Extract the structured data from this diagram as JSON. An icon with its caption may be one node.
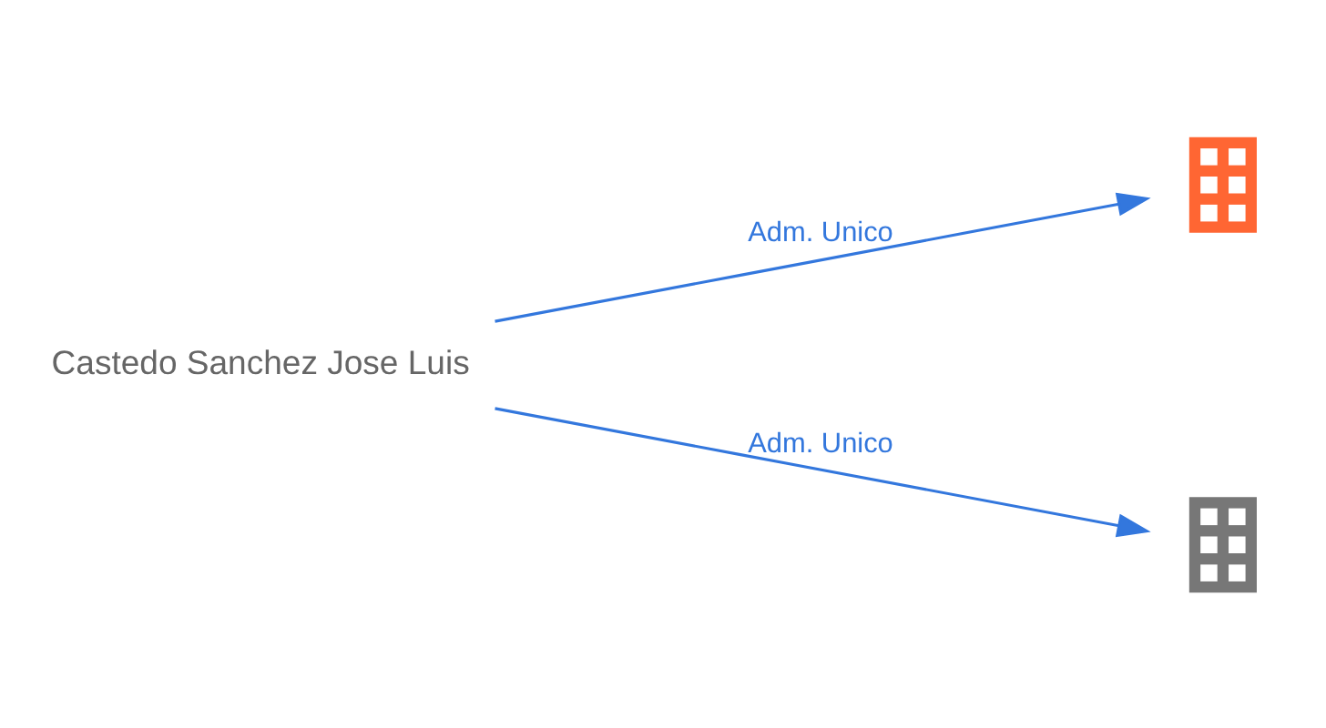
{
  "diagram": {
    "nodes": [
      {
        "text": [
          "Castedo Sanchez Jose Luis"
        ]
      },
      {
        "text": [],
        "shape": "building"
      },
      {
        "text": [],
        "shape": "building"
      }
    ],
    "edges": [
      {
        "from": 0,
        "to": 1,
        "arrow": "to",
        "label": "Adm. Unico"
      },
      {
        "from": 0,
        "to": 2,
        "arrow": "to",
        "label": "Adm. Unico"
      }
    ]
  }
}
